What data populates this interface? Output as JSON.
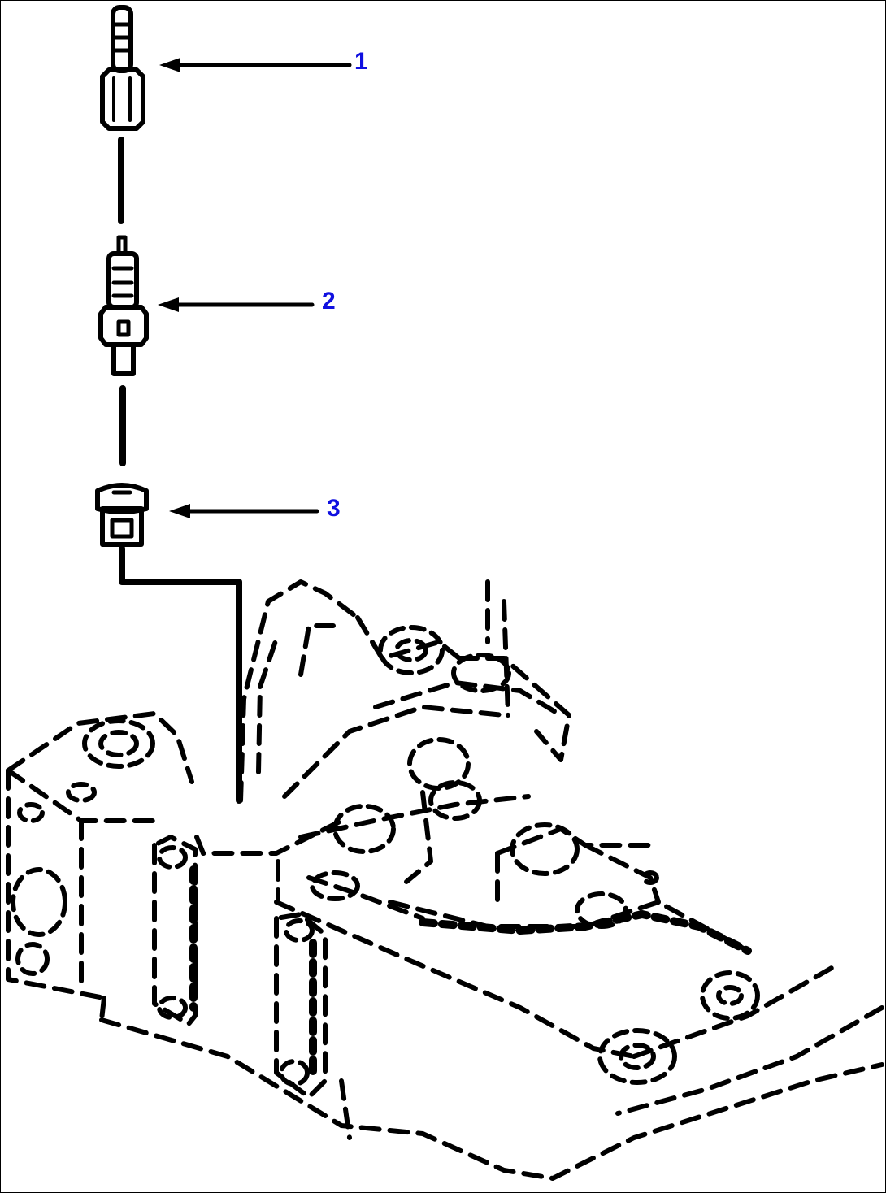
{
  "callouts": [
    {
      "number": "1"
    },
    {
      "number": "2"
    },
    {
      "number": "3"
    }
  ],
  "colors": {
    "callout_text": "#1010e0",
    "line": "#000000",
    "background": "#ffffff"
  }
}
